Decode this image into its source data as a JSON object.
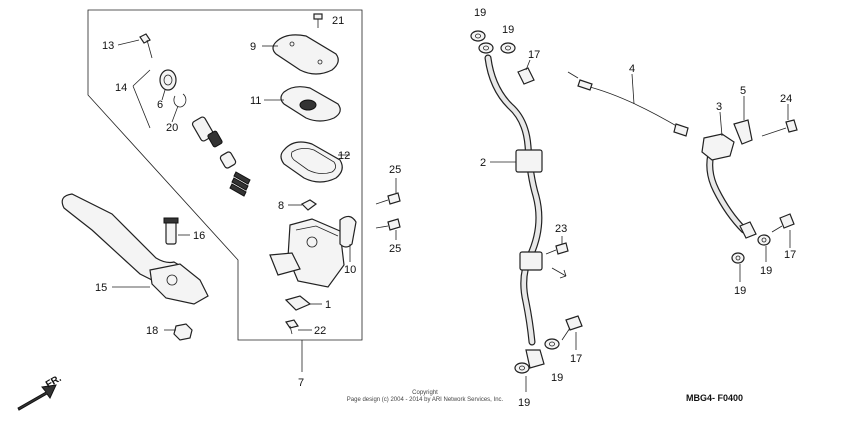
{
  "callouts": {
    "c1": "1",
    "c2": "2",
    "c3": "3",
    "c4": "4",
    "c5": "5",
    "c6": "6",
    "c7": "7",
    "c8": "8",
    "c9": "9",
    "c10": "10",
    "c11": "11",
    "c12": "12",
    "c13": "13",
    "c14": "14",
    "c15": "15",
    "c16": "16",
    "c17a": "17",
    "c17b": "17",
    "c17c": "17",
    "c18": "18",
    "c19a": "19",
    "c19b": "19",
    "c19c": "19",
    "c19d": "19",
    "c19e": "19",
    "c19f": "19",
    "c20": "20",
    "c21": "21",
    "c22": "22",
    "c23": "23",
    "c24": "24",
    "c25a": "25",
    "c25b": "25"
  },
  "direction_label": "FR.",
  "diagram_code": "MBG4- F0400",
  "copyright": {
    "line1": "Copyright",
    "line2": "Page design (c) 2004 - 2014 by ARI Network Services, Inc."
  },
  "colors": {
    "ink": "#222222",
    "paper": "#ffffff",
    "fill": "#f4f4f4"
  }
}
